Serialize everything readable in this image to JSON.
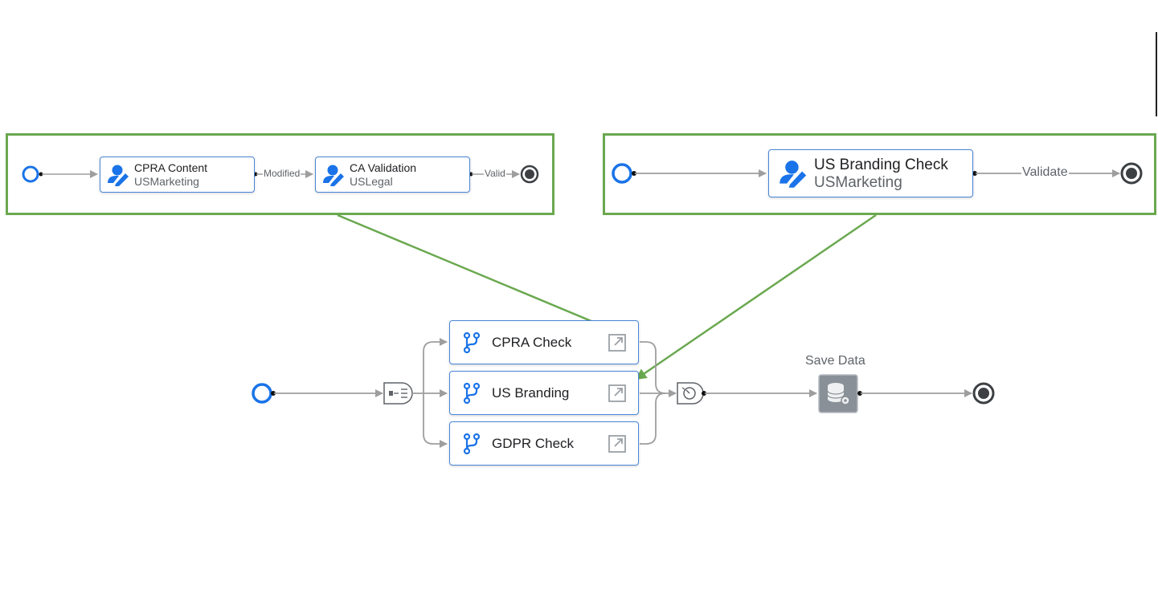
{
  "callout_left": {
    "task1": {
      "title": "CPRA Content",
      "subtitle": "USMarketing"
    },
    "edge1_label": "Modified",
    "task2": {
      "title": "CA Validation",
      "subtitle": "USLegal"
    },
    "edge2_label": "Valid"
  },
  "callout_right": {
    "task": {
      "title": "US Branding Check",
      "subtitle": "USMarketing"
    },
    "edge_label": "Validate"
  },
  "main": {
    "branches": [
      {
        "label": "CPRA Check"
      },
      {
        "label": "US Branding"
      },
      {
        "label": "GDPR Check"
      }
    ],
    "save_step": {
      "label": "Save Data"
    }
  },
  "colors": {
    "accent": "#1a73e8",
    "node_border": "#4a86d8",
    "callout_frame": "#6aa84f",
    "connector": "#9e9e9e",
    "end_event": "#3c4043"
  }
}
